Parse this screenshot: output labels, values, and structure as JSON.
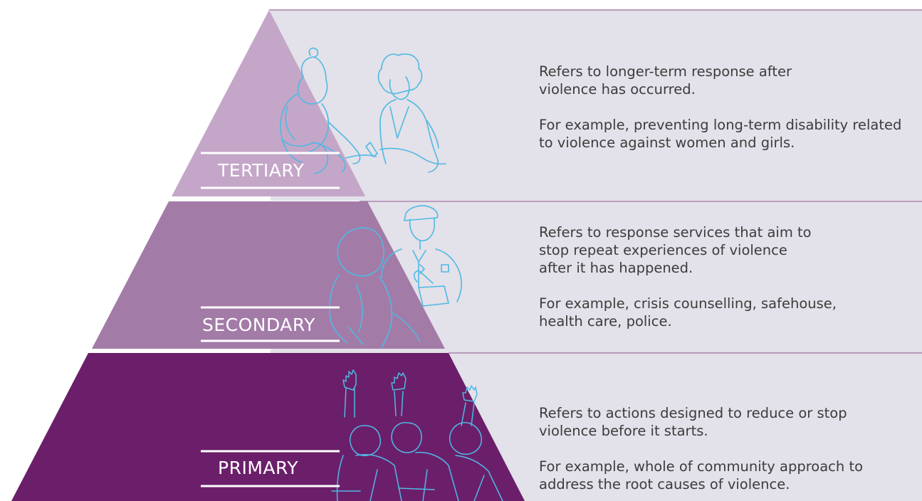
{
  "colors": {
    "band_bg": "#e3e1e9",
    "divider": "#a47fa8",
    "tertiary": "#c4a6c8",
    "secondary": "#a37ba7",
    "primary": "#6b1f6a",
    "sketch": "#4fb9e4",
    "text": "#3c3c3c"
  },
  "tiers": [
    {
      "id": "tertiary",
      "label": "TERTIARY",
      "illustration": "counsellor-with-client-sketch",
      "paragraphs": [
        "Refers to longer-term response after violence has occurred.",
        "For example, preventing long-term disability related to violence against women and girls."
      ]
    },
    {
      "id": "secondary",
      "label": "SECONDARY",
      "illustration": "police-officer-with-person-sketch",
      "paragraphs": [
        "Refers to response services that aim to stop repeat experiences of violence after it has happened.",
        "For example, crisis counselling, safehouse, health care, police."
      ]
    },
    {
      "id": "primary",
      "label": "PRIMARY",
      "illustration": "community-raising-hands-sketch",
      "paragraphs": [
        "Refers to actions designed to reduce or stop violence before it starts.",
        "For example, whole of community approach to address the root causes of violence."
      ]
    }
  ]
}
